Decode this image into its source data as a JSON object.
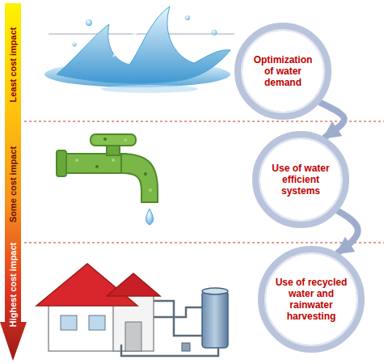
{
  "diagram": {
    "nodes": [
      {
        "text": [
          "Optimization of water demand"
        ]
      },
      {
        "text": [
          "Use of water efficient systems"
        ]
      },
      {
        "text": [
          "Use of recycled water and rainwater harvesting"
        ]
      }
    ],
    "edges": [
      {
        "from": 0,
        "to": 1,
        "arrow": "to"
      },
      {
        "from": 1,
        "to": 2,
        "arrow": "to"
      }
    ],
    "labels": [
      "Least cost impact",
      "Some cost impact",
      "Highest cost impact"
    ]
  }
}
